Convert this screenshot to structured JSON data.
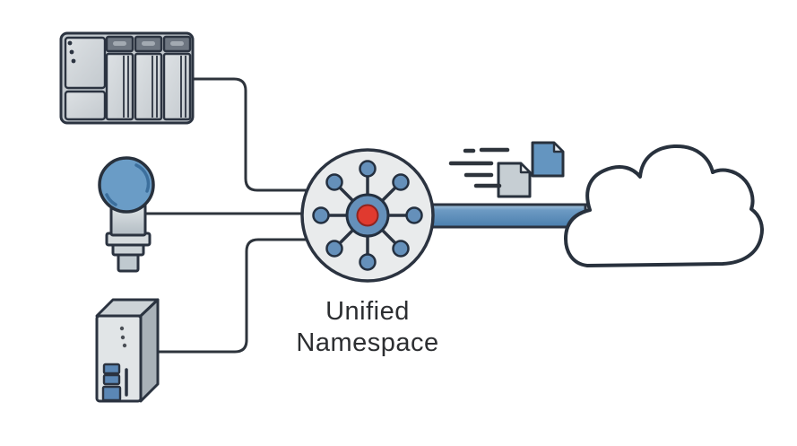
{
  "scene": {
    "background": "#ffffff",
    "hub": {
      "label_line1": "Unified",
      "label_line2": "Namespace",
      "spoke_count": 8
    },
    "devices": [
      {
        "id": "plc",
        "icon": "plc-rack-icon",
        "module_count": 3
      },
      {
        "id": "sensor",
        "icon": "sensor-icon"
      },
      {
        "id": "gateway",
        "icon": "edge-gateway-icon"
      }
    ],
    "cloud": {
      "icon": "cloud-icon"
    },
    "data_transfer": {
      "icon": "data-transfer-icon",
      "documents": 2,
      "motion_dashes": 5
    },
    "colors": {
      "outline": "#2b3340",
      "accent_blue": "#6590ba",
      "port_blue": "#5b87b5",
      "hub_fill": "#e9ebec",
      "hub_center_red": "#e03a2f",
      "pipe_blue": "#5e8fbc",
      "device_gray": "#ccd2d6",
      "module_header_gray": "#6e7681",
      "cloud_fill": "#ffffff",
      "text": "#2c2e31"
    }
  }
}
